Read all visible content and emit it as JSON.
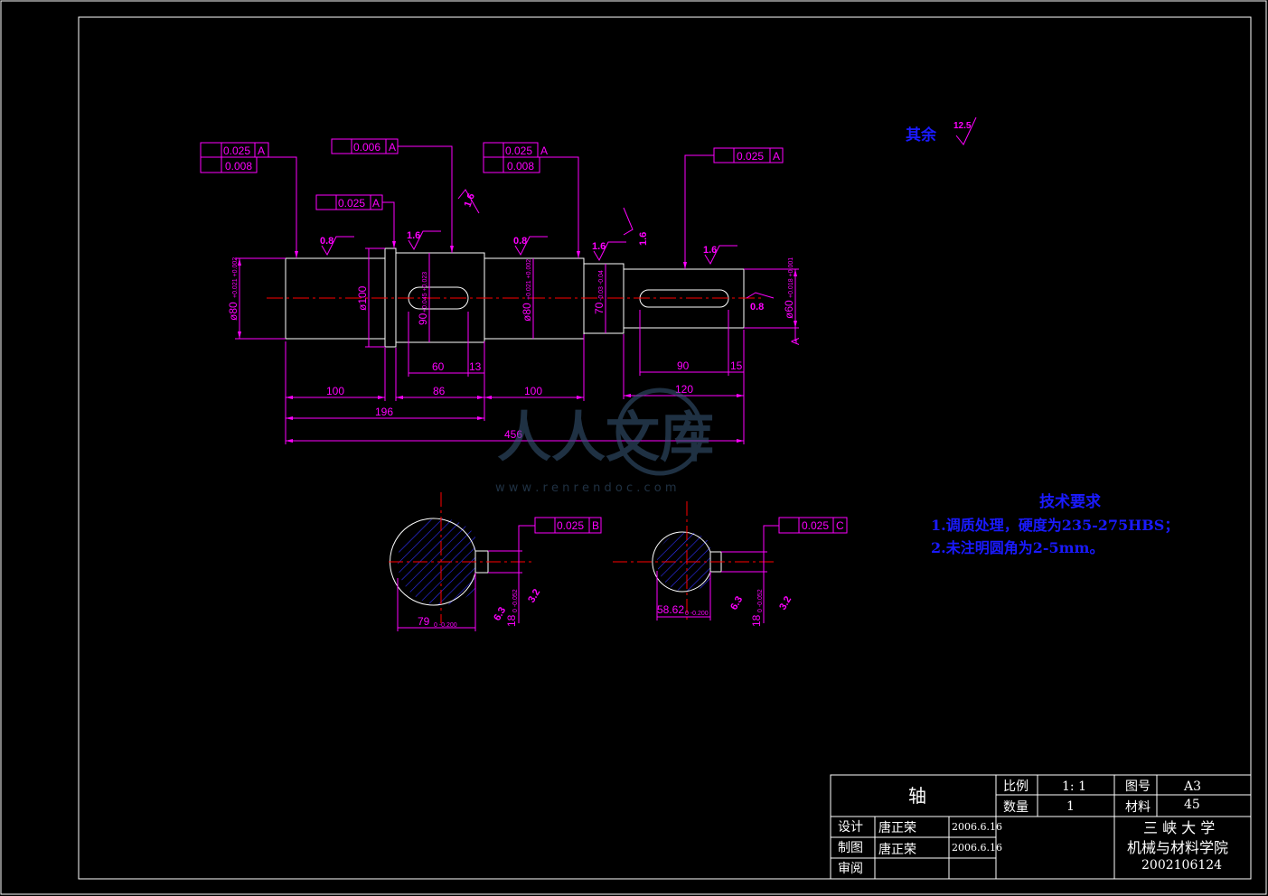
{
  "drawing": {
    "remainder_label": "其余",
    "remainder_roughness": "12.5",
    "roughness_marks": [
      "0.8",
      "1.6",
      "0.8",
      "1.6",
      "1.6",
      "1.6",
      "1.6",
      "0.8",
      "3.2",
      "6.3",
      "3.2",
      "6.3"
    ],
    "fcf": {
      "f1a_value": "0.025",
      "f1a_datum": "A",
      "f1b_value": "0.008",
      "f2_value": "0.006",
      "f2_datum": "A",
      "f3_value": "0.025",
      "f3_datum": "A",
      "f4a_value": "0.025",
      "f4a_datum": "A",
      "f4b_value": "0.008",
      "f5_value": "0.025",
      "f5_datum": "A",
      "f6_value": "0.025",
      "f6_datum": "B",
      "f7_value": "0.025",
      "f7_datum": "C"
    },
    "dims": {
      "d100a": "100",
      "d86": "86",
      "d100b": "100",
      "d120": "120",
      "d196": "196",
      "d456": "456",
      "d60": "60",
      "d13": "13",
      "d90": "90",
      "d15": "15",
      "phi80a": "ø80",
      "phi80a_tol": "+0.021 +0.002",
      "phi100": "ø100",
      "phi90": "90",
      "phi90_tol": "+0.045 +0.023",
      "phi80b": "ø80",
      "phi80b_tol": "+0.021 +0.002",
      "phi70": "70",
      "phi70_tol": "-0.03 -0.04",
      "phi60": "ø60",
      "phi60_tol": "+0.018 +0.001",
      "sec1_width": "79",
      "sec1_width_tol": "0 -0.200",
      "sec1_key": "18",
      "sec1_key_tol": "0 -0.052",
      "sec2_width": "58.62",
      "sec2_width_tol": "0 -0.200",
      "sec2_key": "18",
      "sec2_key_tol": "0 -0.052"
    },
    "datum_a": "A"
  },
  "watermark": {
    "text": "人人文库",
    "url": "w w w . r e n r e n d o c . c o m"
  },
  "requirements": {
    "title": "技术要求",
    "item1": "1.调质处理，硬度为235-275HBS；",
    "item2": "2.未注明圆角为2-5mm。"
  },
  "title_block": {
    "part_name": "轴",
    "scale_label": "比例",
    "scale_value": "1: 1",
    "drawing_no_label": "图号",
    "drawing_no_value": "A3",
    "qty_label": "数量",
    "qty_value": "1",
    "material_label": "材料",
    "material_value": "45",
    "design_label": "设计",
    "design_name": "唐正荣",
    "design_date": "2006.6.16",
    "draw_label": "制图",
    "draw_name": "唐正荣",
    "draw_date": "2006.6.16",
    "review_label": "审阅",
    "school": "三 峡 大 学",
    "college": "机械与材料学院",
    "student_id": "2002106124"
  },
  "colors": {
    "dimension": "#ff00ff",
    "outline": "#ffffff",
    "centerline": "#ff0000",
    "hatch": "#3030ff",
    "text_notes": "#1a1aff"
  }
}
